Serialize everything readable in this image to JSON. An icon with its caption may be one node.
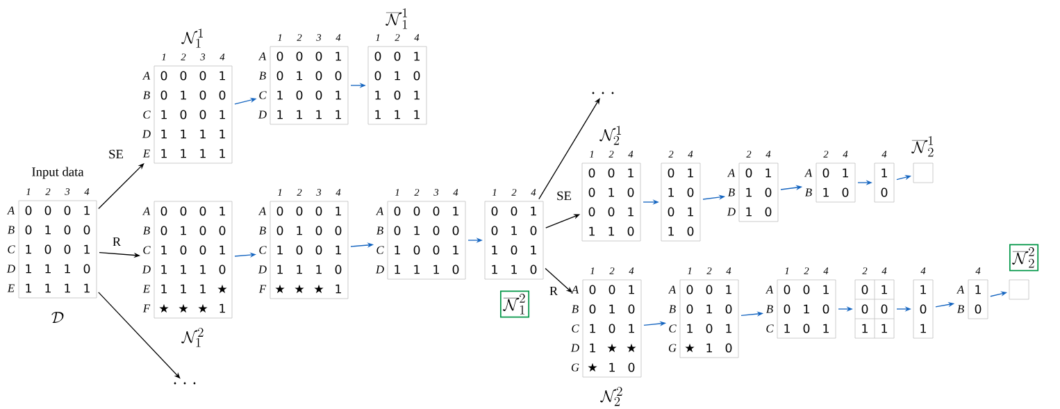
{
  "diagram": {
    "nodes": [
      {
        "text": [
          "0",
          "0",
          "0",
          "1",
          "0",
          "1",
          "0",
          "0",
          "1",
          "0",
          "0",
          "1",
          "1",
          "1",
          "1",
          "0",
          "1",
          "1",
          "1",
          "1"
        ],
        "beside": [
          "1",
          "2",
          "3",
          "4",
          "A",
          "B",
          "C",
          "D",
          "E",
          "Input data",
          "\\mathcal{D}"
        ]
      },
      {
        "text": [
          "0",
          "0",
          "0",
          "1",
          "0",
          "1",
          "0",
          "0",
          "1",
          "0",
          "0",
          "1",
          "1",
          "1",
          "1",
          "1",
          "1",
          "1",
          "1",
          "1"
        ],
        "beside": [
          "1",
          "2",
          "3",
          "4",
          "A",
          "B",
          "C",
          "D",
          "E",
          "\\mathcal{N}_1^1"
        ]
      },
      {
        "text": [
          "0",
          "0",
          "0",
          "1",
          "0",
          "1",
          "0",
          "0",
          "1",
          "0",
          "0",
          "1",
          "1",
          "1",
          "1",
          "1"
        ],
        "beside": [
          "1",
          "2",
          "3",
          "4",
          "A",
          "B",
          "C",
          "D"
        ]
      },
      {
        "text": [
          "0",
          "0",
          "1",
          "0",
          "1",
          "0",
          "1",
          "0",
          "1",
          "1",
          "1",
          "1"
        ],
        "beside": [
          "1",
          "2",
          "4",
          "\\overline{\\mathcal{N}}_1^1"
        ]
      },
      {
        "text": [
          ". . ."
        ]
      },
      {
        "text": [
          "0",
          "0",
          "0",
          "1",
          "0",
          "1",
          "0",
          "0",
          "1",
          "0",
          "0",
          "1",
          "1",
          "1",
          "1",
          "0",
          "1",
          "1",
          "1",
          "★",
          "★",
          "★",
          "★",
          "1"
        ],
        "beside": [
          "A",
          "B",
          "C",
          "D",
          "E",
          "F",
          "\\mathcal{N}_1^2"
        ]
      },
      {
        "text": [
          "0",
          "0",
          "0",
          "1",
          "0",
          "1",
          "0",
          "0",
          "1",
          "0",
          "0",
          "1",
          "1",
          "1",
          "1",
          "0",
          "★",
          "★",
          "★",
          "1"
        ],
        "beside": [
          "1",
          "2",
          "3",
          "4",
          "A",
          "B",
          "C",
          "D",
          "F"
        ]
      },
      {
        "text": [
          "0",
          "0",
          "0",
          "1",
          "0",
          "1",
          "0",
          "0",
          "1",
          "0",
          "0",
          "1",
          "1",
          "1",
          "1",
          "0"
        ],
        "beside": [
          "1",
          "2",
          "3",
          "4",
          "A",
          "B",
          "C",
          "D"
        ]
      },
      {
        "text": [
          "0",
          "0",
          "1",
          "0",
          "1",
          "0",
          "1",
          "0",
          "1",
          "1",
          "1",
          "0"
        ],
        "beside": [
          "1",
          "2",
          "4"
        ]
      },
      {
        "text": [
          "\\overline{\\mathcal{N}}_1^2"
        ]
      },
      {
        "text": [
          ". . ."
        ]
      },
      {
        "text": [
          "0",
          "0",
          "1",
          "0",
          "1",
          "0",
          "0",
          "0",
          "1",
          "1",
          "1",
          "0"
        ],
        "beside": [
          "1",
          "2",
          "4",
          "\\mathcal{N}_2^1"
        ]
      },
      {
        "text": [
          "0",
          "1",
          "1",
          "0",
          "0",
          "1",
          "1",
          "0"
        ],
        "beside": [
          "2",
          "4"
        ]
      },
      {
        "text": [
          "0",
          "1",
          "1",
          "0",
          "1",
          "0"
        ],
        "beside": [
          "2",
          "4",
          "A",
          "B",
          "D"
        ]
      },
      {
        "text": [
          "0",
          "1",
          "1",
          "0"
        ],
        "beside": [
          "2",
          "4",
          "A",
          "B"
        ]
      },
      {
        "text": [
          "1",
          "0"
        ],
        "beside": [
          "4"
        ]
      },
      {
        "text": [],
        "shape": "box",
        "beside": [
          "\\overline{\\mathcal{N}}_2^1"
        ]
      },
      {
        "text": [
          "0",
          "0",
          "1",
          "0",
          "1",
          "0",
          "1",
          "0",
          "1",
          "1",
          "★",
          "★",
          "★",
          "1",
          "0"
        ],
        "beside": [
          "1",
          "2",
          "4",
          "A",
          "B",
          "C",
          "D",
          "G",
          "\\mathcal{N}_2^2"
        ]
      },
      {
        "text": [
          "0",
          "0",
          "1",
          "0",
          "1",
          "0",
          "1",
          "0",
          "1",
          "★",
          "1",
          "0"
        ],
        "beside": [
          "1",
          "2",
          "4",
          "A",
          "B",
          "C",
          "G"
        ]
      },
      {
        "text": [
          "0",
          "0",
          "1",
          "0",
          "1",
          "0",
          "1",
          "0",
          "1"
        ],
        "beside": [
          "1",
          "2",
          "4",
          "A",
          "B",
          "C"
        ]
      },
      {
        "text": [
          "0",
          "1",
          "0",
          "0",
          "1",
          "1"
        ],
        "beside": [
          "2",
          "4"
        ]
      },
      {
        "text": [
          "1",
          "0",
          "1"
        ],
        "beside": [
          "4"
        ]
      },
      {
        "text": [
          "1",
          "0"
        ],
        "beside": [
          "4",
          "A",
          "B"
        ]
      },
      {
        "text": [
          "\\overline{\\mathcal{N}}_2^2"
        ]
      },
      {
        "text": [],
        "shape": "box"
      }
    ],
    "edges": [
      {
        "from": 0,
        "to": 1,
        "arrow": "to",
        "label": "SE",
        "color": "#000000"
      },
      {
        "from": 0,
        "to": 5,
        "arrow": "to",
        "label": "R",
        "color": "#000000"
      },
      {
        "from": 0,
        "to": 4,
        "arrow": "to",
        "color": "#000000"
      },
      {
        "from": 1,
        "to": 2,
        "arrow": "to"
      },
      {
        "from": 2,
        "to": 3,
        "arrow": "to"
      },
      {
        "from": 5,
        "to": 6,
        "arrow": "to"
      },
      {
        "from": 6,
        "to": 7,
        "arrow": "to"
      },
      {
        "from": 7,
        "to": 8,
        "arrow": "to"
      },
      {
        "from": 8,
        "to": 10,
        "arrow": "to",
        "color": "#000000"
      },
      {
        "from": 8,
        "to": 11,
        "arrow": "to",
        "label": "SE",
        "color": "#000000"
      },
      {
        "from": 8,
        "to": 17,
        "arrow": "to",
        "label": "R",
        "color": "#000000"
      },
      {
        "from": 11,
        "to": 12,
        "arrow": "to"
      },
      {
        "from": 12,
        "to": 13,
        "arrow": "to"
      },
      {
        "from": 13,
        "to": 14,
        "arrow": "to"
      },
      {
        "from": 14,
        "to": 15,
        "arrow": "to"
      },
      {
        "from": 15,
        "to": 16,
        "arrow": "to"
      },
      {
        "from": 17,
        "to": 18,
        "arrow": "to"
      },
      {
        "from": 18,
        "to": 19,
        "arrow": "to"
      },
      {
        "from": 19,
        "to": 20,
        "arrow": "to"
      },
      {
        "from": 20,
        "to": 21,
        "arrow": "to"
      },
      {
        "from": 21,
        "to": 22,
        "arrow": "to"
      },
      {
        "from": 22,
        "to": 24,
        "arrow": "to"
      }
    ]
  }
}
